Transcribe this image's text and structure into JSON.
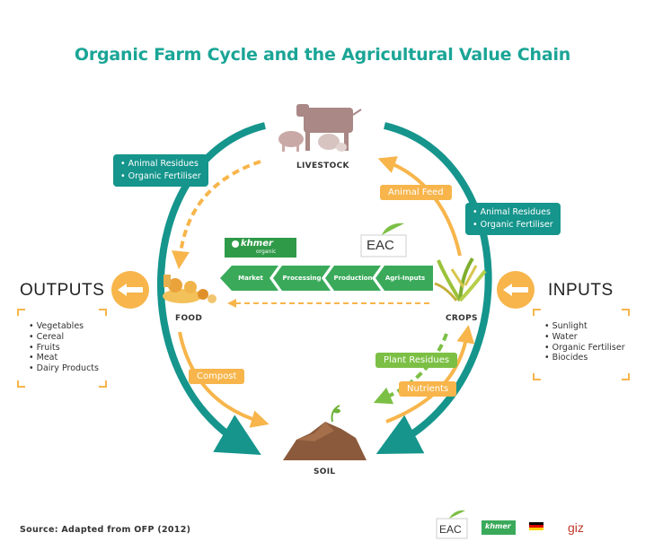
{
  "title": "Organic Farm Cycle and the Agricultural Value Chain",
  "nodes": {
    "livestock": "LIVESTOCK",
    "food": "FOOD",
    "crops": "CROPS",
    "soil": "SOIL"
  },
  "outputs": {
    "heading": "OUTPUTS",
    "items": [
      "Vegetables",
      "Cereal",
      "Fruits",
      "Meat",
      "Dairy Products"
    ]
  },
  "inputs": {
    "heading": "INPUTS",
    "items": [
      "Sunlight",
      "Water",
      "Organic Fertiliser",
      "Biocides"
    ]
  },
  "flows": {
    "left_box": [
      "Animal Residues",
      "Organic Fertiliser"
    ],
    "right_box": [
      "Animal Residues",
      "Organic Fertiliser"
    ],
    "animal_feed": "Animal Feed",
    "compost": "Compost",
    "plant_residues": "Plant Residues",
    "nutrients": "Nutrients"
  },
  "value_chain": [
    "Market",
    "Processing",
    "Production",
    "Agri-Inputs"
  ],
  "logos": {
    "khmer_main": "khmer",
    "khmer_sub": "organic",
    "eac": "EAC",
    "giz": "giz"
  },
  "source": "Source: Adapted from OFP (2012)",
  "colors": {
    "teal": "#1aa596",
    "teal_dark": "#15958c",
    "orange": "#f7b54b",
    "green": "#7cbf45",
    "chain_green": "#3aaa5a"
  }
}
